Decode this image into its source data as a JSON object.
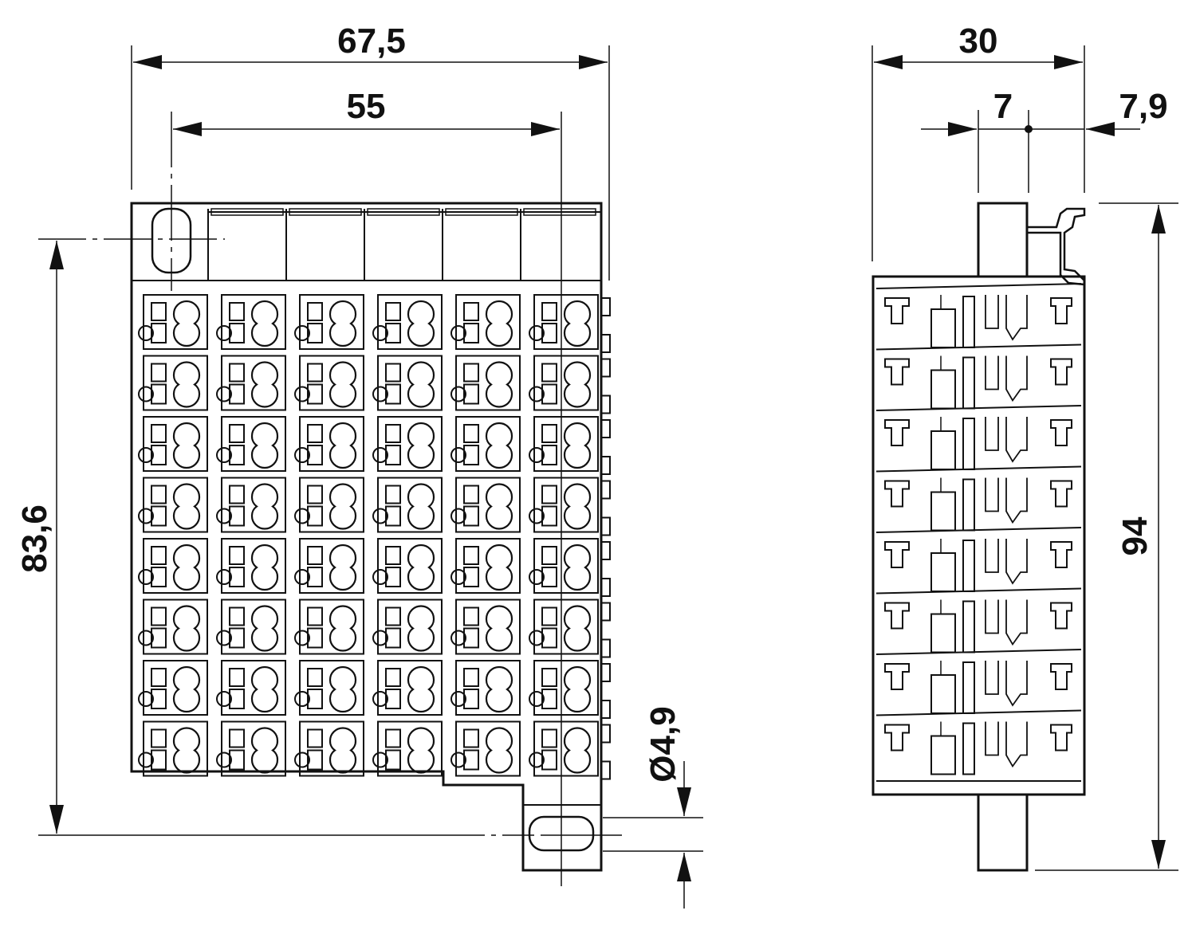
{
  "dimensions": {
    "front_overall_width": "67,5",
    "front_hole_pitch": "55",
    "front_hole_height": "83,6",
    "hole_diameter": "Ø4,9",
    "side_depth": "30",
    "side_offset_a": "7",
    "side_offset_b": "7,9",
    "side_height": "94"
  },
  "grid": {
    "rows": 8,
    "columns": 6
  },
  "colors": {
    "line": "#111111",
    "background": "#ffffff"
  }
}
